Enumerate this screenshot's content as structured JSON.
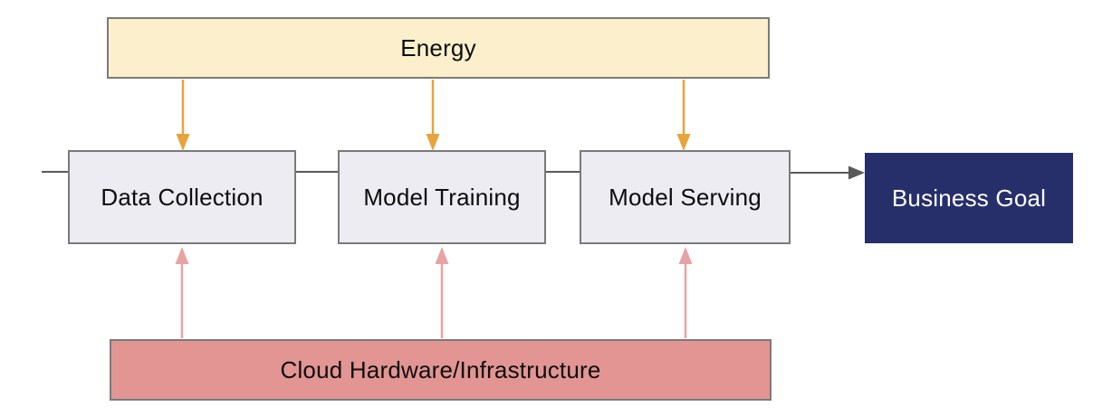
{
  "diagram": {
    "nodes": {
      "energy": {
        "label": "Energy"
      },
      "data_collection": {
        "label": "Data Collection"
      },
      "model_training": {
        "label": "Model Training"
      },
      "model_serving": {
        "label": "Model Serving"
      },
      "business_goal": {
        "label": "Business Goal"
      },
      "cloud_infra": {
        "label": "Cloud Hardware/Infrastructure"
      }
    },
    "colors": {
      "energy_fill": "#fbf0cb",
      "pipeline_stage_fill": "#ececf2",
      "business_goal_fill": "#272f6b",
      "business_goal_text": "#ffffff",
      "cloud_fill": "#e29593",
      "node_border": "#7a7a7a",
      "energy_arrow": "#e8a33c",
      "infra_arrow": "#e7a3a4",
      "flow_line": "#595959",
      "label_text": "#0d0d0d"
    }
  }
}
